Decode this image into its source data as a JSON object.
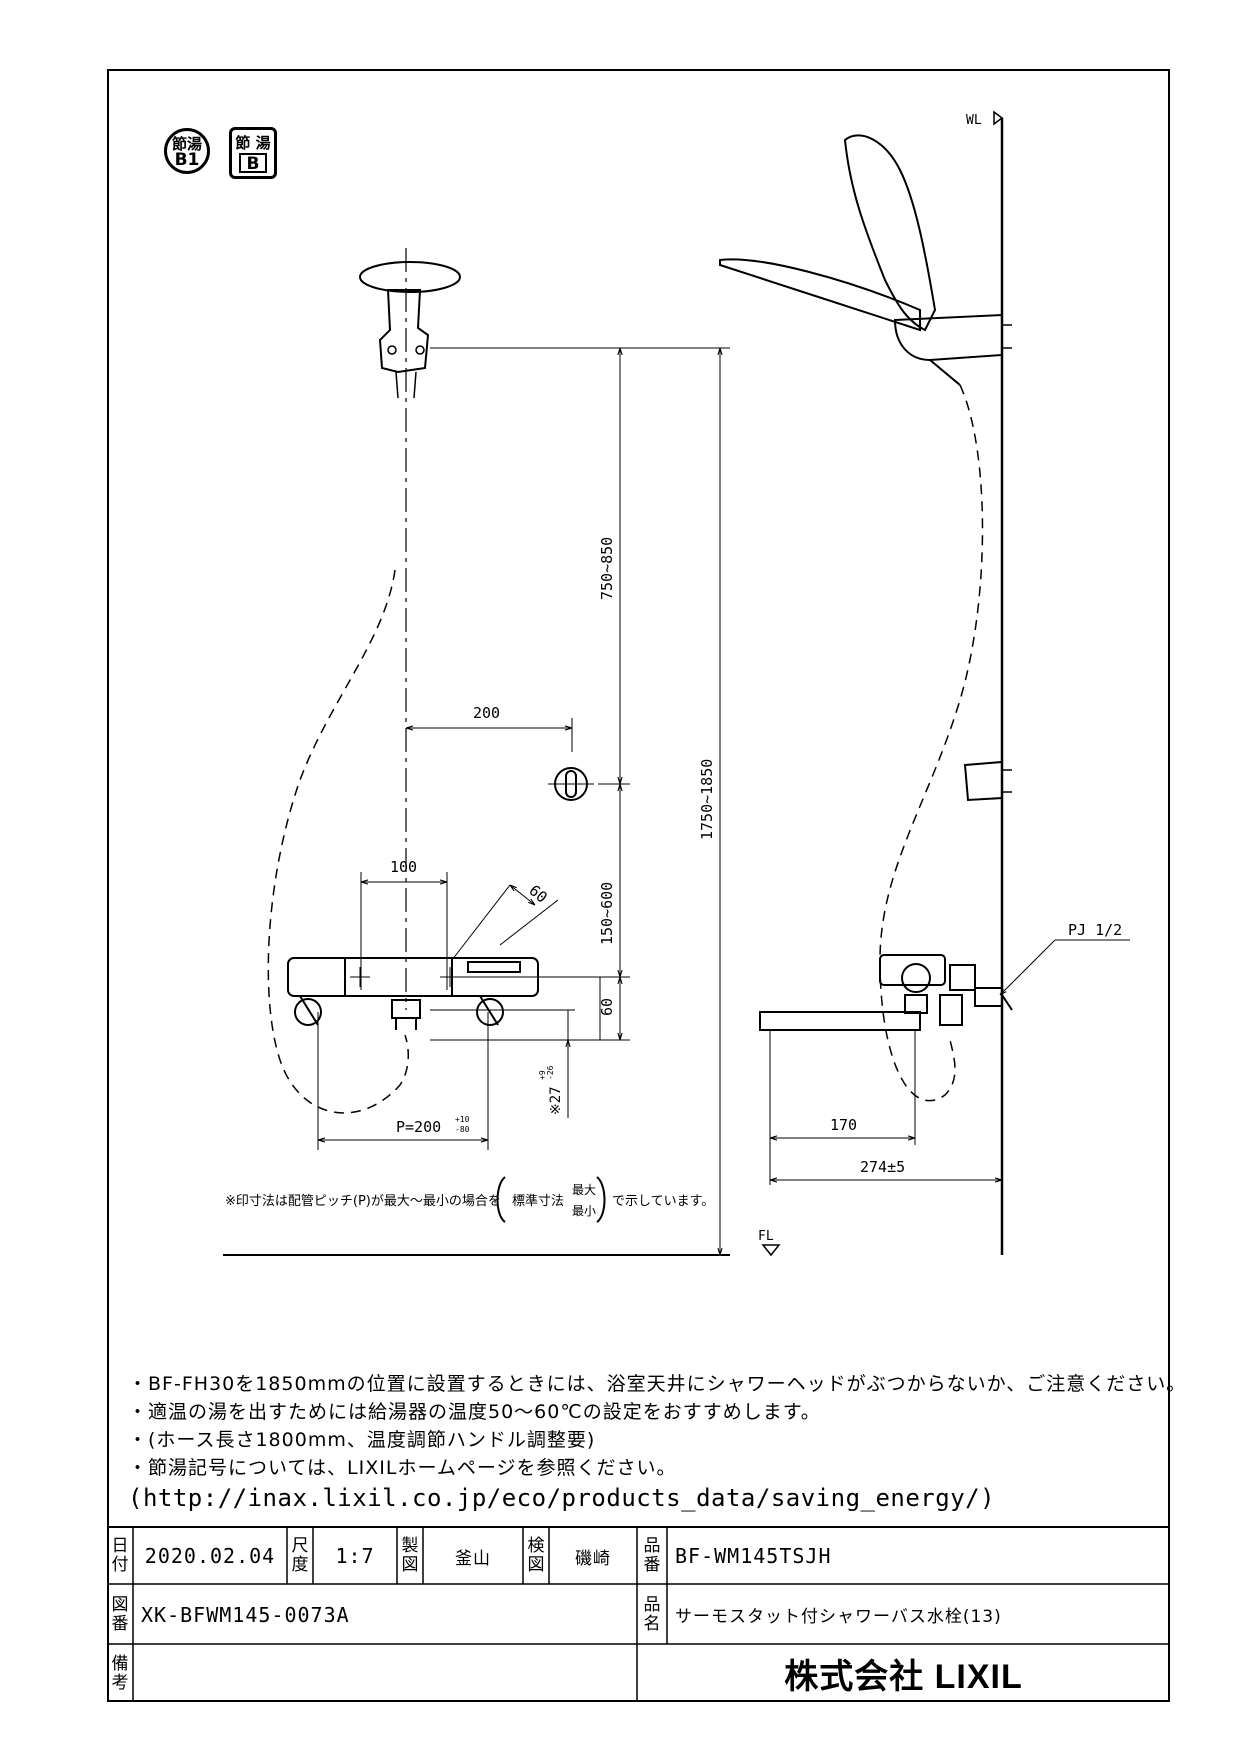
{
  "badges": {
    "eco1": {
      "top": "節湯",
      "bottom": "B1"
    },
    "eco2": {
      "top": "節 湯",
      "bottom": "B"
    }
  },
  "dims": {
    "wl": "WL",
    "fl": "FL",
    "d750_850": "750~850",
    "d1750_1850": "1750~1850",
    "d200": "200",
    "d100": "100",
    "d60_angle": "60",
    "d150_600": "150~600",
    "d60": "60",
    "d27": "※27",
    "d27_tol_upper": "+9",
    "d27_tol_lower": "-26",
    "pitch": "P=200",
    "pitch_tol_upper": "+10",
    "pitch_tol_lower": "-80",
    "pj": "PJ 1/2",
    "d170": "170",
    "d274": "274±5"
  },
  "footnote": {
    "prefix": "※印寸法は配管ピッチ(P)が最大～最小の場合を",
    "std": "標準寸法",
    "max": "最大",
    "min": "最小",
    "suffix": "で示しています。"
  },
  "notes": [
    "・BF-FH30を1850mmの位置に設置するときには、浴室天井にシャワーヘッドがぶつからないか、ご注意ください。",
    "・適温の湯を出すためには給湯器の温度50～60℃の設定をおすすめします。",
    "・(ホース長さ1800mm、温度調節ハンドル調整要)",
    "・節湯記号については、LIXILホームページを参照ください。"
  ],
  "url": "(http://inax.lixil.co.jp/eco/products_data/saving_energy/)",
  "title_block": {
    "date_label": "日付",
    "date": "2020.02.04",
    "scale_label": "尺度",
    "scale": "1:7",
    "drawn_label": "製図",
    "drawn": "釜山",
    "checked_label": "検図",
    "checked": "磯崎",
    "part_no_label": "品番",
    "part_no": "BF-WM145TSJH",
    "drawing_no_label": "図番",
    "drawing_no": "XK-BFWM145-0073A",
    "name_label": "品名",
    "name": "サーモスタット付シャワーバス水栓(13)",
    "remarks_label": "備考",
    "company": "株式会社 LIXIL"
  }
}
